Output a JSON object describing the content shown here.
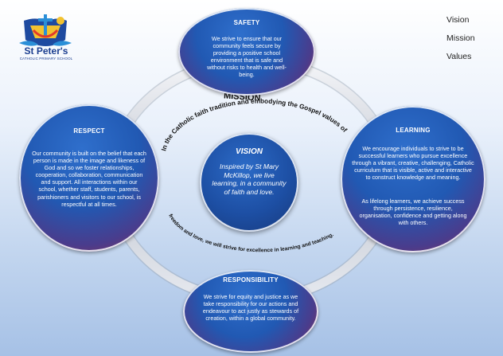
{
  "logo": {
    "title": "St Peter's",
    "subtitle": "CATHOLIC PRIMARY SCHOOL"
  },
  "nav": {
    "items": [
      "Vision",
      "Mission",
      "Values"
    ]
  },
  "diagram": {
    "mission_label": "MISSION",
    "mission_text_top": "In the Catholic faith tradition and embodying the Gospel values of",
    "mission_text_bottom": "freedom and love, we will strive for excellence in learning and teaching.",
    "vision": {
      "title": "VISION",
      "body": "Inspired by St Mary McKillop, we live learning, in a community of faith and love."
    },
    "safety": {
      "title": "SAFETY",
      "body": "We strive to ensure that our community feels secure by providing a positive school environment that is safe and without risks to health and well-being."
    },
    "respect": {
      "title": "RESPECT",
      "body": "Our community is built on the belief that each person is made in the image and likeness of God and so we foster relationships, cooperation, collaboration, communication and support. All interactions within our school, whether staff, students, parents, parishioners and visitors to our school, is respectful at all times."
    },
    "learning": {
      "title": "LEARNING",
      "body": "We encourage individuals to strive to be successful learners who pursue excellence through a vibrant, creative, challenging, Catholic curriculum that is visible, active and interactive to construct knowledge and meaning.",
      "body2": "As lifelong learners, we achieve success through persistence, resilience, organisation, confidence and getting along with others."
    },
    "responsibility": {
      "title": "RESPONSIBILITY",
      "body": "We strive for equity and justice as we take responsibility for our actions and endeavour to act justly as stewards of creation, within a global community."
    }
  },
  "colors": {
    "circle_top": "#2159b3",
    "circle_bottom": "#9a2e4a",
    "vision_blue": "#1d4fa4",
    "ring": "#c9ced8",
    "title_blue": "#1a3d8f"
  }
}
